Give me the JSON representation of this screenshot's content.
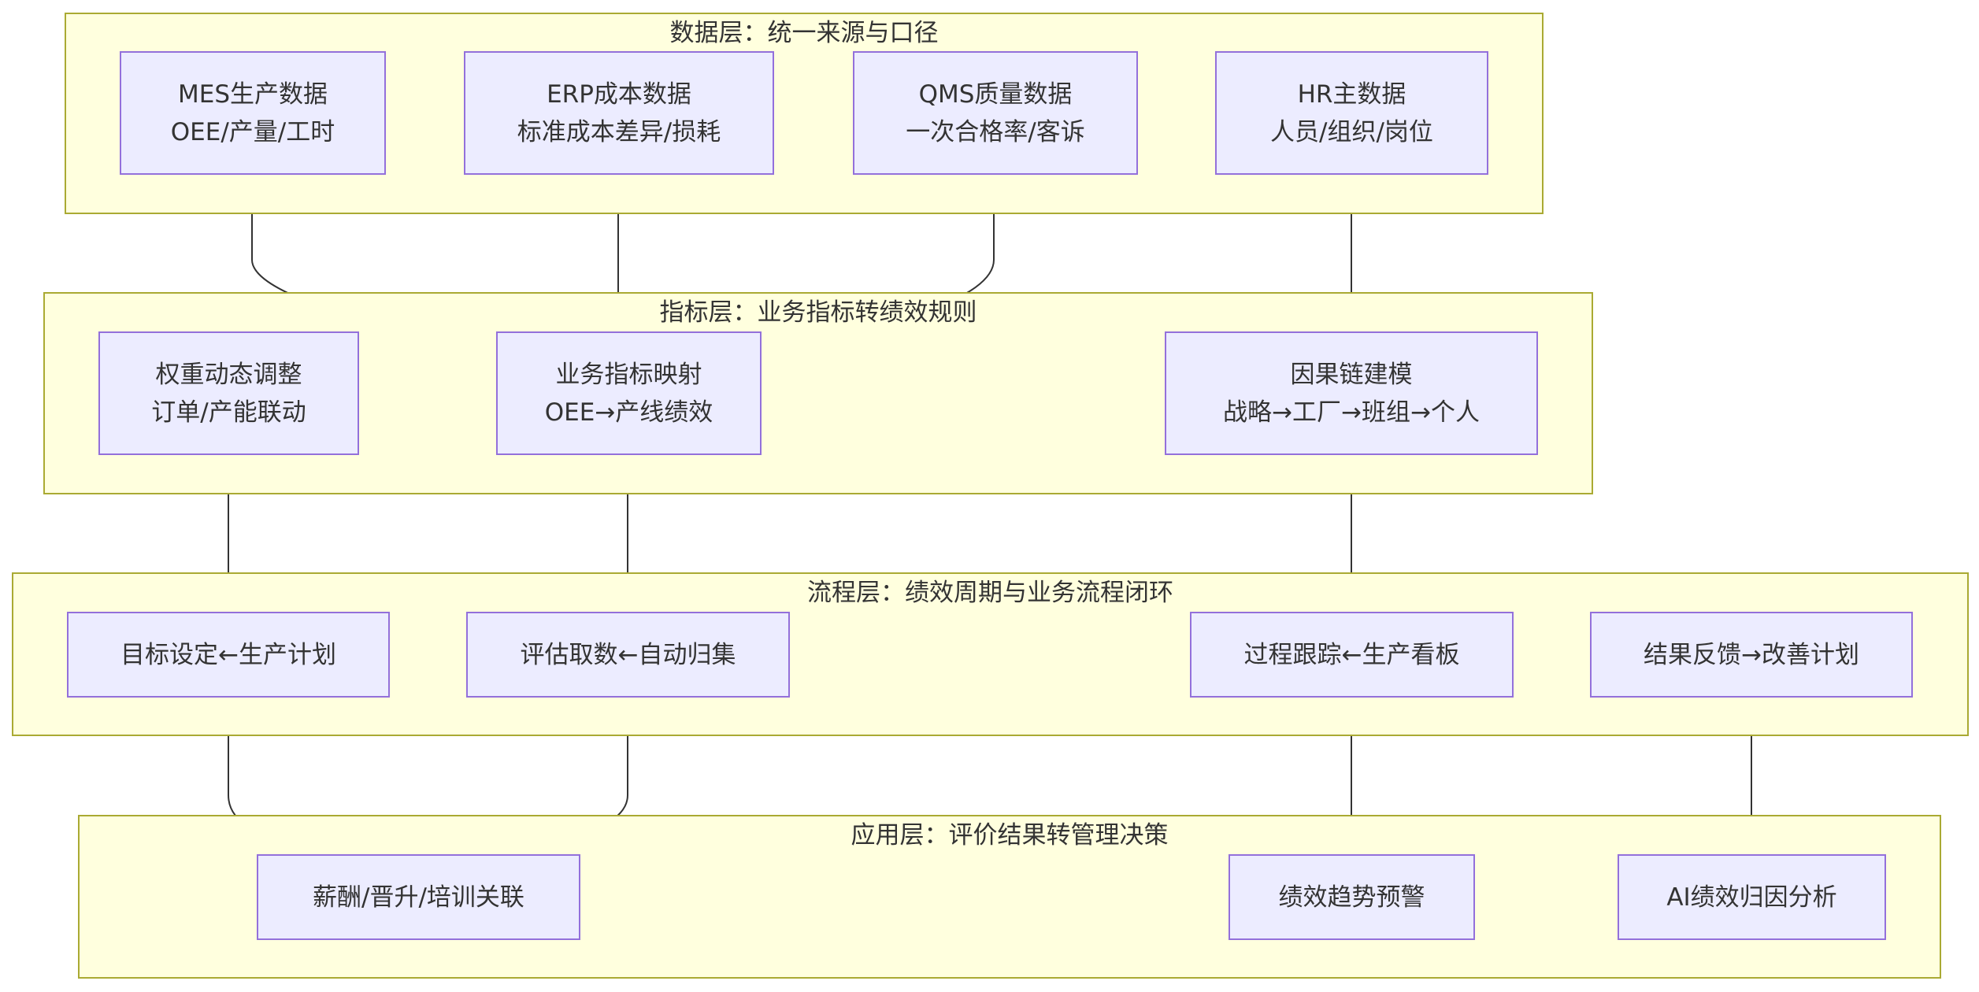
{
  "colors": {
    "cluster_fill": "#ffffde",
    "cluster_stroke": "#aaaa33",
    "node_fill": "#ececff",
    "node_stroke": "#9370db",
    "edge": "#333333",
    "text": "#333333"
  },
  "layers": {
    "data": {
      "title": "数据层：统一来源与口径",
      "mes": {
        "line1": "MES生产数据",
        "line2": "OEE/产量/工时"
      },
      "erp": {
        "line1": "ERP成本数据",
        "line2": "标准成本差异/损耗"
      },
      "qms": {
        "line1": "QMS质量数据",
        "line2": "一次合格率/客诉"
      },
      "hr": {
        "line1": "HR主数据",
        "line2": "人员/组织/岗位"
      }
    },
    "metric": {
      "title": "指标层：业务指标转绩效规则",
      "weight": {
        "line1": "权重动态调整",
        "line2": "订单/产能联动"
      },
      "mapping": {
        "line1": "业务指标映射",
        "line2": "OEE→产线绩效"
      },
      "causal": {
        "line1": "因果链建模",
        "line2": "战略→工厂→班组→个人"
      }
    },
    "process": {
      "title": "流程层：绩效周期与业务流程闭环",
      "goal": "目标设定←生产计划",
      "eval": "评估取数←自动归集",
      "track": "过程跟踪←生产看板",
      "feedback": "结果反馈→改善计划"
    },
    "application": {
      "title": "应用层：评价结果转管理决策",
      "salary": "薪酬/晋升/培训关联",
      "trend": "绩效趋势预警",
      "ai": "AI绩效归因分析"
    }
  }
}
